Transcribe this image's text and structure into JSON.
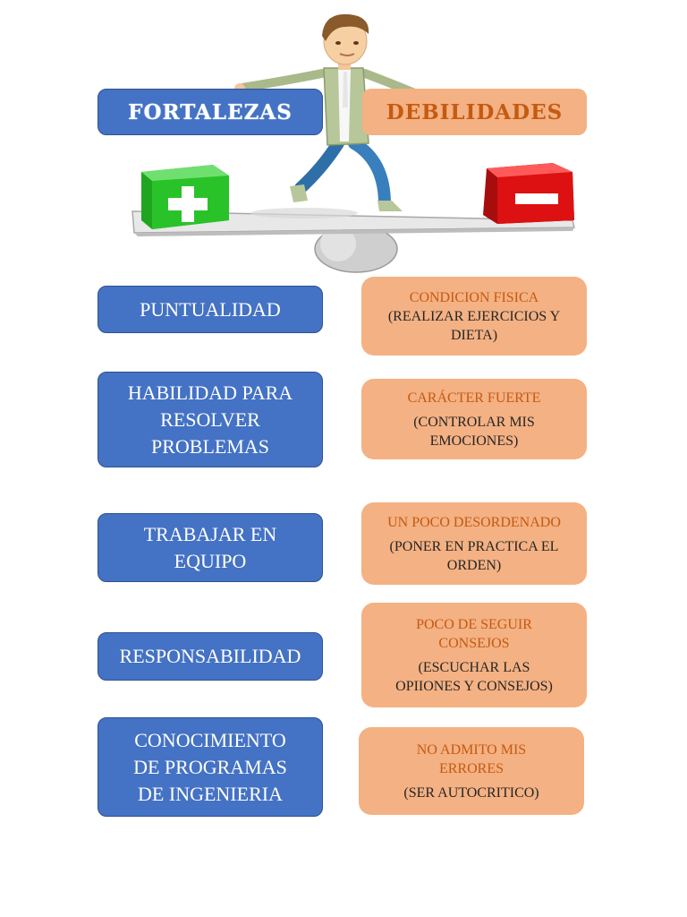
{
  "headers": {
    "strengths": "FORTALEZAS",
    "weaknesses": "DEBILIDADES"
  },
  "strengths": [
    {
      "text": [
        "PUNTUALIDAD"
      ]
    },
    {
      "text": [
        "HABILIDAD PARA",
        "RESOLVER",
        "PROBLEMAS"
      ]
    },
    {
      "text": [
        "TRABAJAR EN",
        "EQUIPO"
      ]
    },
    {
      "text": [
        "RESPONSABILIDAD"
      ]
    },
    {
      "text": [
        "CONOCIMIENTO",
        "DE PROGRAMAS",
        "DE INGENIERIA"
      ]
    }
  ],
  "weaknesses": [
    {
      "title": [
        "CONDICION FISICA"
      ],
      "detail": [
        "(REALIZAR EJERCICIOS Y",
        "DIETA)"
      ]
    },
    {
      "title": [
        "CARÁCTER FUERTE"
      ],
      "detail": [
        "(CONTROLAR MIS",
        "EMOCIONES)"
      ]
    },
    {
      "title": [
        "UN POCO DESORDENADO"
      ],
      "detail": [
        "(PONER EN PRACTICA EL",
        "ORDEN)"
      ]
    },
    {
      "title": [
        "POCO DE SEGUIR",
        "CONSEJOS"
      ],
      "detail": [
        "(ESCUCHAR LAS",
        "OPIIONES Y CONSEJOS)"
      ]
    },
    {
      "title": [
        "NO ADMITO MIS",
        "ERRORES"
      ],
      "detail": [
        "(SER AUTOCRITICO)"
      ]
    }
  ],
  "colors": {
    "strength_box": "#4472c4",
    "weakness_box": "#f4b183",
    "weakness_title": "#c55a11",
    "plus_block": "#22c322",
    "minus_block": "#dd1111"
  },
  "illustration": {
    "figure": "man-balancing-icon",
    "left_block_icon": "plus-icon",
    "right_block_icon": "minus-icon",
    "pivot": "seesaw-icon"
  }
}
